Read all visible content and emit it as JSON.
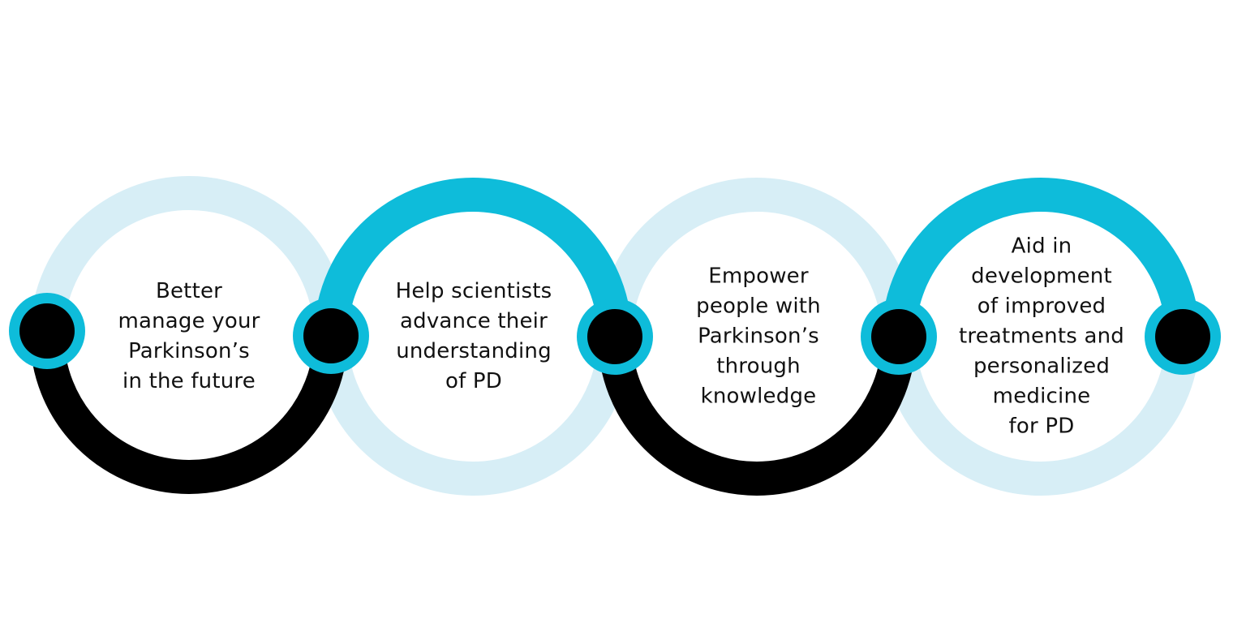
{
  "colors": {
    "cyan": "#0ebcda",
    "light": "#d7eef6",
    "black": "#000000",
    "text": "#111111"
  },
  "steps": [
    {
      "lines": [
        "Better",
        "manage your",
        "Parkinson’s",
        "in the future"
      ],
      "top_arc": "light",
      "bottom_arc": "black"
    },
    {
      "lines": [
        "Help scientists",
        "advance their",
        "understanding",
        "of PD"
      ],
      "top_arc": "cyan",
      "bottom_arc": "light"
    },
    {
      "lines": [
        "Empower",
        "people with",
        "Parkinson’s",
        "through",
        "knowledge"
      ],
      "top_arc": "light",
      "bottom_arc": "black"
    },
    {
      "lines": [
        "Aid in",
        "development",
        "of improved",
        "treatments and",
        "personalized",
        "medicine",
        "for PD"
      ],
      "top_arc": "cyan",
      "bottom_arc": "light"
    }
  ],
  "nodes": [
    {
      "icon": "node-dot-icon"
    },
    {
      "icon": "node-dot-icon"
    },
    {
      "icon": "node-dot-icon"
    },
    {
      "icon": "node-dot-icon"
    },
    {
      "icon": "node-dot-icon"
    }
  ]
}
